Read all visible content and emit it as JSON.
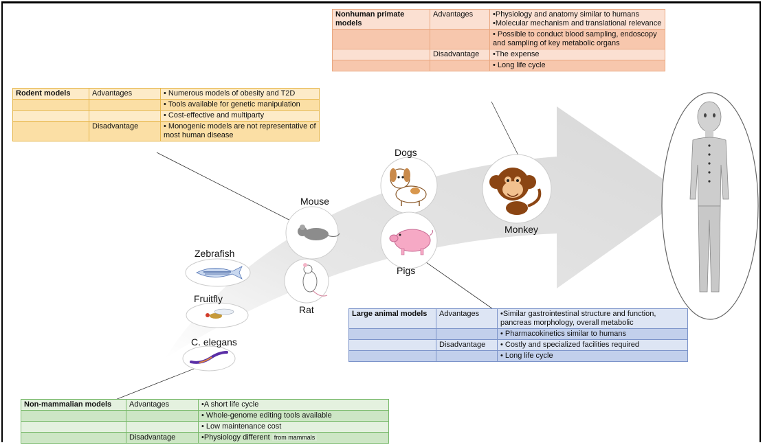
{
  "nonhuman_primate": {
    "header": "Nonhuman primate models",
    "rows": [
      {
        "category": "Advantages",
        "items": [
          "•Physiology and anatomy similar to humans",
          "•Molecular mechanism and translational relevance"
        ]
      },
      {
        "category": "",
        "items": [
          "• Possible to conduct blood sampling, endoscopy and sampling of key metabolic organs"
        ]
      },
      {
        "category": "Disadvantage",
        "items": [
          "•The expense"
        ]
      },
      {
        "category": "",
        "items": [
          "• Long life cycle"
        ]
      }
    ]
  },
  "rodent": {
    "header": "Rodent models",
    "rows": [
      {
        "category": "Advantages",
        "item": "• Numerous models of obesity and T2D"
      },
      {
        "category": "",
        "item": "• Tools available for genetic manipulation"
      },
      {
        "category": "",
        "item": "• Cost-effective and multiparty"
      },
      {
        "category": "Disadvantage",
        "item": "• Monogenic models are not representative of most human disease"
      }
    ]
  },
  "large_animal": {
    "header": "Large animal models",
    "rows": [
      {
        "category": "Advantages",
        "item": "•Similar gastrointestinal structure and function, pancreas morphology, overall metabolic"
      },
      {
        "category": "",
        "item": "• Pharmacokinetics similar to humans"
      },
      {
        "category": "Disadvantage",
        "item": "• Costly and specialized facilities required"
      },
      {
        "category": "",
        "item": "• Long life cycle"
      }
    ]
  },
  "non_mammalian": {
    "header": "Non-mammalian models",
    "rows": [
      {
        "category": "Advantages",
        "item": "•A short life cycle"
      },
      {
        "category": "",
        "item": "• Whole-genome editing tools available"
      },
      {
        "category": "",
        "item": "• Low maintenance cost"
      },
      {
        "category": "Disadvantage",
        "item": "•Physiology different",
        "note": "from mammals"
      }
    ]
  },
  "animals": {
    "dogs": "Dogs",
    "mouse": "Mouse",
    "monkey": "Monkey",
    "pigs": "Pigs",
    "zebrafish": "Zebrafish",
    "rat": "Rat",
    "fruitfly": "Fruitfly",
    "c_elegans": "C. elegans"
  }
}
